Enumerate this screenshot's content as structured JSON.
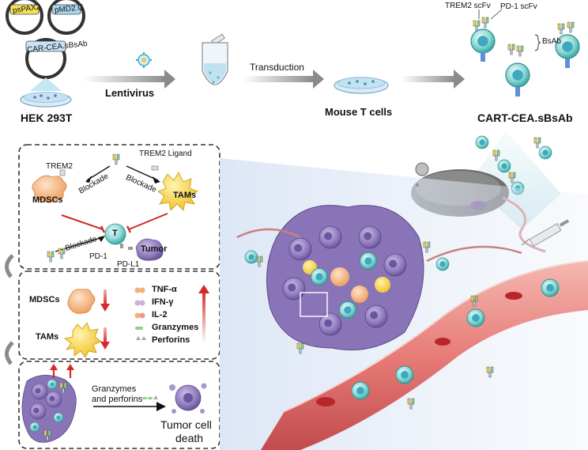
{
  "plasmids": {
    "psPAX2": "psPAX2",
    "pMD2G": "pMD2.G",
    "car": "CAR-CEA.sBsAb"
  },
  "steps": {
    "hek": "HEK 293T",
    "lentivirus": "Lentivirus",
    "transduction": "Transduction",
    "mouse_t_cells": "Mouse T cells",
    "cart_product": "CART-CEA.sBsAb"
  },
  "construct": {
    "trem2_scfv": "TREM2 scFv",
    "pd1_scfv": "PD-1 scFv",
    "bsab": "BsAb"
  },
  "panel_mechanism": {
    "trem2": "TREM2",
    "trem2_ligand": "TREM2 Ligand",
    "blockade": "Blockade",
    "mdscs": "MDSCs",
    "tams": "TAMs",
    "t_cell": "T",
    "tumor": "Tumor",
    "pd1": "PD-1",
    "pdl1": "PD-L1"
  },
  "panel_cytokines": {
    "mdscs": "MDSCs",
    "tams": "TAMs",
    "tnf": "TNF-α",
    "ifn": "IFN-γ",
    "il2": "IL-2",
    "granzymes": "Granzymes",
    "perforins": "Perforins"
  },
  "panel_killing": {
    "granzymes_line": "Granzymes",
    "perforins_line": "and perforins",
    "outcome_line1": "Tumor cell",
    "outcome_line2": "death"
  },
  "colors": {
    "arrow_gray": "#8a8a8a",
    "inhibit_red": "#cc2a2a",
    "tcell_teal": "#7fd3cf",
    "tumor_purple": "#8a74b8",
    "mdsc_orange": "#f3b07a",
    "tam_yellow": "#f4cf3a",
    "vessel_red": "#d9666a"
  }
}
